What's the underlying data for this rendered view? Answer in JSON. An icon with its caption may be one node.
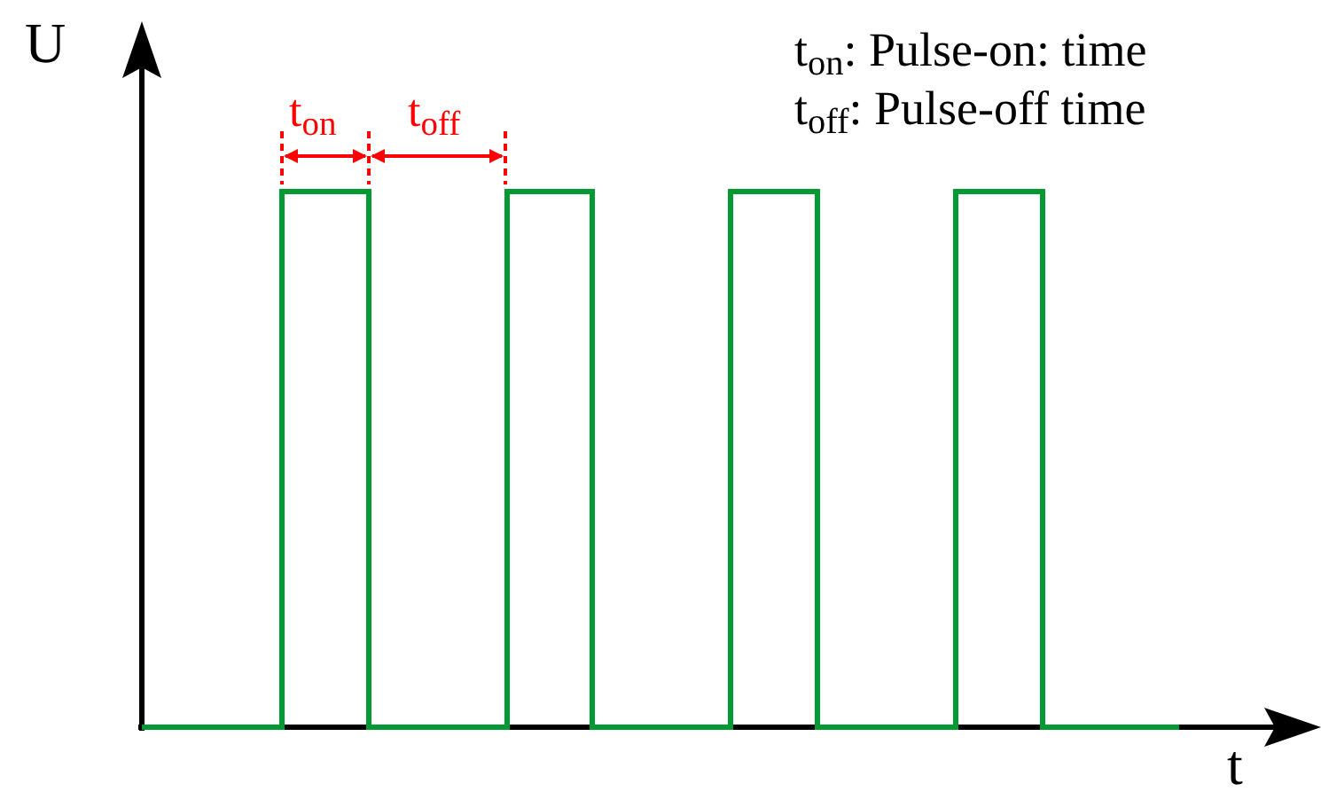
{
  "diagram": {
    "labels": [
      "U",
      "t$_{on}$",
      "t$_{off}$",
      "t$_{on}$: Pulse-on: time",
      "t$_{off}$: Pulse-off time",
      "t"
    ]
  }
}
